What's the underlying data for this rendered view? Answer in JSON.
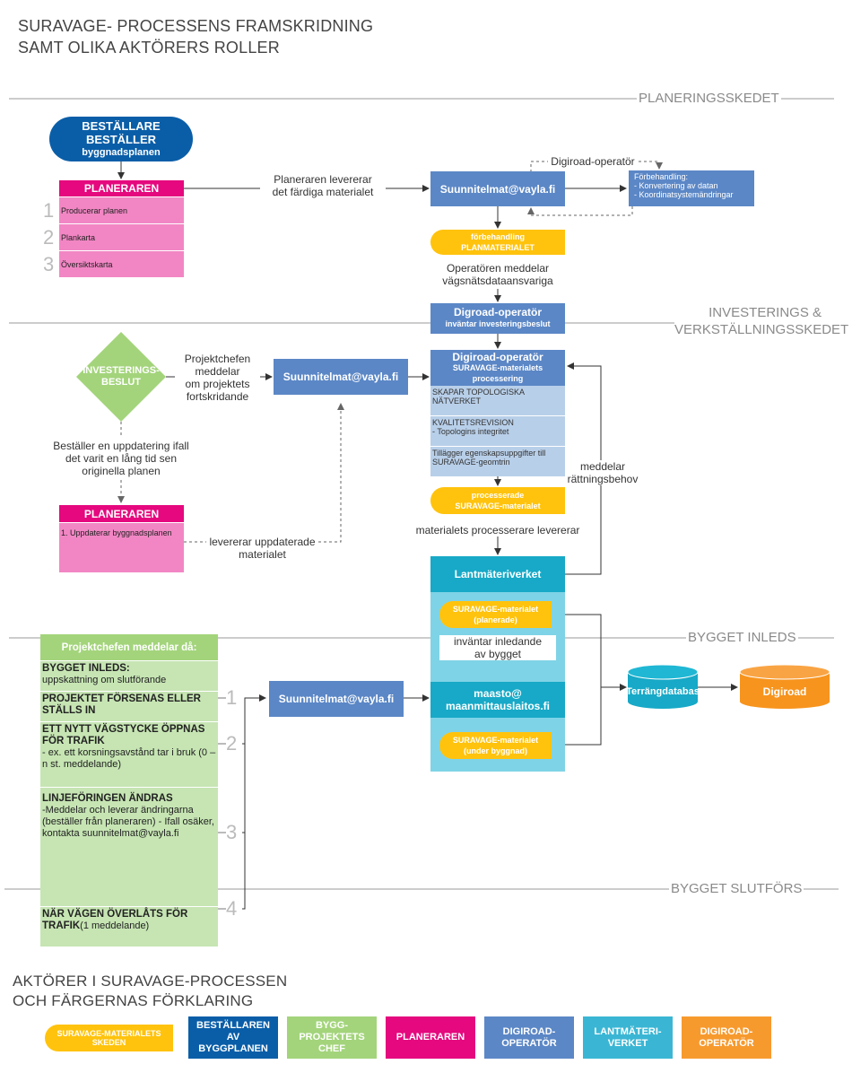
{
  "title": {
    "line1": "SURAVAGE- PROCESSENS FRAMSKRIDNING",
    "line2": "SAMT OLIKA AKTÖRERS ROLLER"
  },
  "phases": {
    "planning": "PLANERINGSSKEDET",
    "invest1": "INVESTERINGS &",
    "invest2": "VERKSTÄLLNINGSSKEDET",
    "build_start": "BYGGET INLEDS",
    "build_end": "BYGGET SLUTFÖRS"
  },
  "bestallare": {
    "l1": "BESTÄLLARE",
    "l2": "BESTÄLLER",
    "l3": "byggnadsplanen"
  },
  "planeraren1": {
    "header": "PLANERAREN",
    "rows": [
      "Producerar planen",
      "Plankarta",
      "Översiktskarta"
    ],
    "nums": [
      "1",
      "2",
      "3"
    ]
  },
  "edge_planner_delivers": {
    "l1": "Planeraren levererar",
    "l2": "det färdiga materialet"
  },
  "suunnitelmat1": "Suunnitelmat@vayla.fi",
  "digiroad_operator_label": "Digiroad-operatör",
  "forbehandling": {
    "l1": "Förbehandling:",
    "l2": "- Konvertering av datan",
    "l3": "- Koordinatsystemändringar"
  },
  "plan_pretreat": {
    "l1": "förbehandling",
    "l2": "PLANMATERIALET"
  },
  "operator_informs": {
    "l1": "Operatören meddelar",
    "l2": "vägsnätsdataansvariga"
  },
  "digiroad_waits": {
    "l1": "Digroad-operatör",
    "l2": "inväntar investeringsbeslut"
  },
  "invest_decision": {
    "l1": "INVESTERINGS-",
    "l2": "BESLUT"
  },
  "pm_informs": {
    "l1": "Projektchefen",
    "l2": "meddelar",
    "l3": "om projektets",
    "l4": "fortskridande"
  },
  "suunnitelmat2": "Suunnitelmat@vayla.fi",
  "digiroad_process": {
    "l1": "Digiroad-operatör",
    "l2": "SURAVAGE-materialets",
    "l3": "processering"
  },
  "process_rows": [
    {
      "l1": "SKAPAR TOPOLOGISKA",
      "l2": "NÄTVERKET"
    },
    {
      "l1": "KVALITETSREVISION",
      "l2": "- Topologins integritet"
    },
    {
      "l1": "Tillägger egenskapsuppgifter till",
      "l2": "SURAVAGE-geomtrin"
    }
  ],
  "orders_update": {
    "l1": "Beställer en uppdatering ifall",
    "l2": "det varit en lång tid sen",
    "l3": "originella planen"
  },
  "planeraren2": {
    "header": "PLANERAREN",
    "row": "1. Uppdaterar byggnadsplanen"
  },
  "delivers_updated": {
    "l1": "levererar uppdaterade",
    "l2": "materialet"
  },
  "processed": {
    "l1": "processerade",
    "l2": "SURAVAGE-materialet"
  },
  "processor_delivers": "materialets processerare levererar",
  "informs_corrections": {
    "l1": "meddelar",
    "l2": "rättningsbehov"
  },
  "lantmateriverket": "Lantmäteriverket",
  "sur_planned": {
    "l1": "SURAVAGE-materialet",
    "l2": "(planerade)"
  },
  "awaits_start": {
    "l1": "inväntar inledande",
    "l2": "av bygget"
  },
  "maasto": {
    "l1": "maasto@",
    "l2": "maanmittauslaitos.fi"
  },
  "sur_under": {
    "l1": "SURAVAGE-materialet",
    "l2": "(under byggnad)"
  },
  "terrangdatabas": "Terrängdatabas",
  "digiroad": "Digiroad",
  "pm_list": {
    "header": "Projektchefen meddelar då:",
    "items": [
      {
        "bold": "BYGGET INLEDS:",
        "text": "uppskattning om slutförande"
      },
      {
        "bold": "PROJEKTET FÖRSENAS ELLER STÄLLS IN",
        "text": ""
      },
      {
        "bold": "ETT NYTT VÄGSTYCKE ÖPPNAS FÖR TRAFIK",
        "text": "- ex. ett korsningsavstånd tar i bruk (0 – n st. meddelande)"
      },
      {
        "bold": "LINJEFÖRINGEN ÄNDRAS",
        "text": "-Meddelar och leverar ändringarna (beställer från planeraren) - Ifall osäker, kontakta suunnitelmat@vayla.fi"
      },
      {
        "bold": "NÄR VÄGEN ÖVERLÅTS FÖR TRAFIK",
        "text": "(1 meddelande)"
      }
    ],
    "nums": [
      "1",
      "2",
      "3",
      "4"
    ]
  },
  "suunnitelmat3": "Suunnitelmat@vayla.fi",
  "legend": {
    "title1": "AKTÖRER I SURAVAGE-PROCESSEN",
    "title2": "OCH FÄRGERNAS FÖRKLARING",
    "items": [
      {
        "l1": "SURAVAGE-MATERIALETS",
        "l2": "SKEDEN",
        "color": "#ffc30d"
      },
      {
        "l1": "BESTÄLLAREN",
        "l2": "AV",
        "l3": "BYGGPLANEN",
        "color": "#0a5ea8"
      },
      {
        "l1": "BYGG-",
        "l2": "PROJEKTETS",
        "l3": "CHEF",
        "color": "#a3d47b"
      },
      {
        "l1": "PLANERAREN",
        "color": "#e5087e"
      },
      {
        "l1": "DIGIROAD-",
        "l2": "OPERATÖR",
        "color": "#5b87c6"
      },
      {
        "l1": "LANTMÄTERI-",
        "l2": "VERKET",
        "color": "#3ab6d4"
      },
      {
        "l1": "DIGIROAD-",
        "l2": "OPERATÖR",
        "color": "#f79a2e"
      }
    ]
  }
}
